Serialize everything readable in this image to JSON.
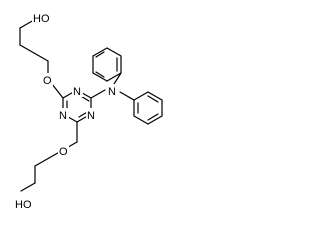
{
  "molecule": {
    "atoms": {
      "oh_top": "HO",
      "o_top": "O",
      "n_top": "N",
      "n_left": "N",
      "n_right": "N",
      "n_amine": "N",
      "o_bottom": "O",
      "oh_bottom": "HO"
    }
  },
  "colors": {
    "bond": "#000000",
    "text": "#000000",
    "background": "#ffffff"
  }
}
